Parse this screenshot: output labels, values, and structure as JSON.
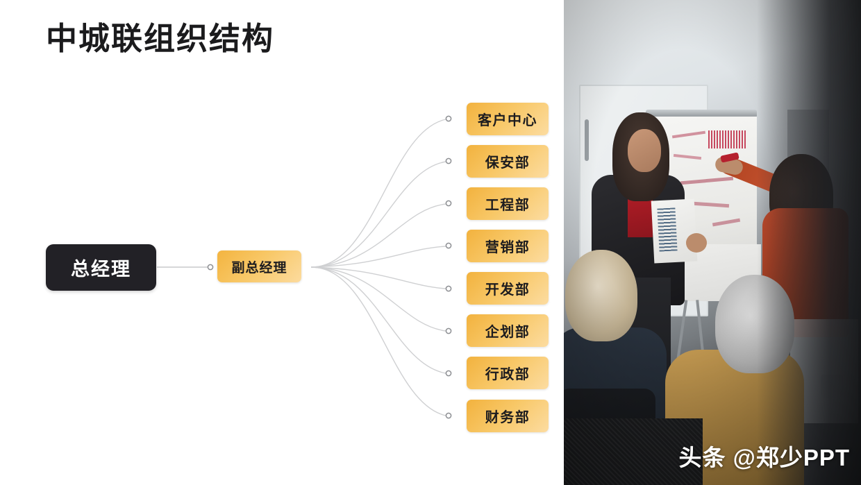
{
  "slide": {
    "title": "中城联组织结构",
    "background_color": "#ffffff"
  },
  "org_chart": {
    "root": {
      "label": "总经理",
      "background_color": "#222126",
      "text_color": "#ffffff"
    },
    "second_level": {
      "label": "副总经理",
      "background_color": "#f6c15a",
      "text_color": "#1d1c1f"
    },
    "departments": [
      {
        "label": "客户中心"
      },
      {
        "label": "保安部"
      },
      {
        "label": "工程部"
      },
      {
        "label": "营销部"
      },
      {
        "label": "开发部"
      },
      {
        "label": "企划部"
      },
      {
        "label": "行政部"
      },
      {
        "label": "财务部"
      }
    ],
    "connector_color": "#c9cacc",
    "node_accent_color": "#f3b544"
  },
  "photo": {
    "watermark": "头条 @郑少PPT",
    "description_visible_text": ""
  }
}
